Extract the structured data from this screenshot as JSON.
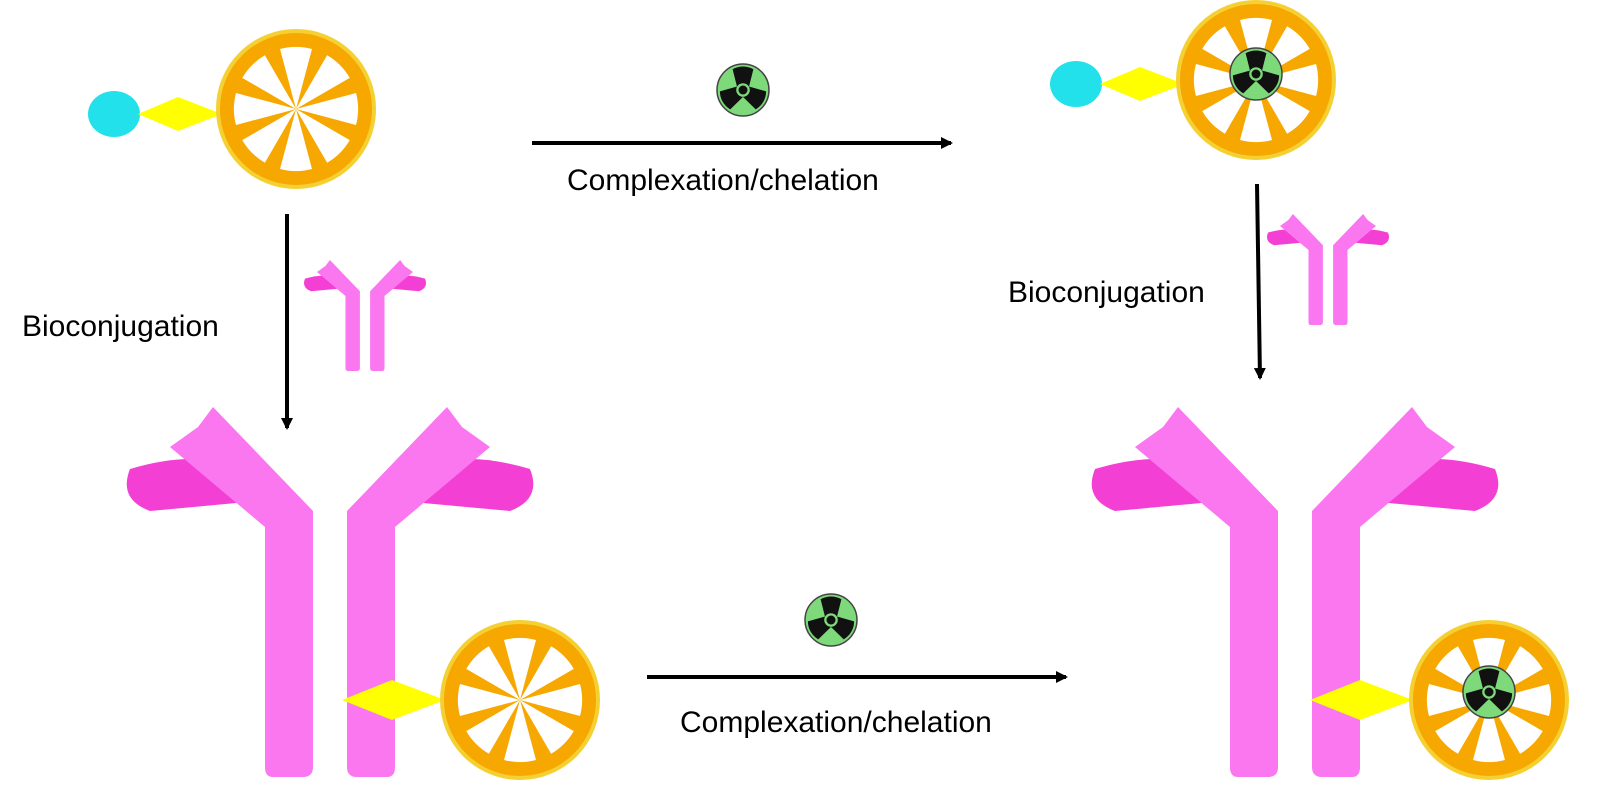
{
  "labels": {
    "top_arrow": "Complexation/chelation",
    "bottom_arrow": "Complexation/chelation",
    "left_arrow": "Bioconjugation",
    "right_arrow": "Bioconjugation"
  },
  "icons": {
    "chelator": "chelator-ring-icon",
    "linker": "linker-diamond-icon",
    "reactive_group": "reactive-group-icon",
    "antibody": "antibody-icon",
    "radionuclide": "radiation-trefoil-icon",
    "arrow": "arrow-icon"
  },
  "colors": {
    "chelator": "#f7a800",
    "chelator_edge": "#f5d033",
    "linker": "#ffff00",
    "reactive_group": "#22e1eb",
    "antibody": "#fa77f0",
    "antibody_fragment": "#f43fd4",
    "radionuclide": "#7dd97a",
    "arrow": "#000000"
  }
}
